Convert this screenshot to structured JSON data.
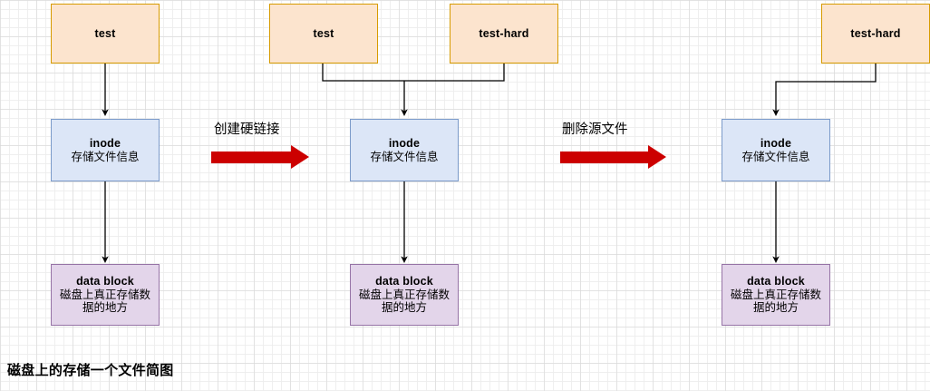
{
  "diagram": {
    "caption": "磁盘上的存储一个文件简图",
    "colors": {
      "file_fill": "#fce4ce",
      "file_stroke": "#d79b00",
      "inode_fill": "#dce6f7",
      "inode_stroke": "#7b9ac9",
      "datablock_fill": "#e3d5ea",
      "datablock_stroke": "#9673a6",
      "process_arrow": "#cc0000",
      "connector": "#000000",
      "grid_minor": "#ececec",
      "grid_major": "#d7d7d7"
    },
    "stages": [
      {
        "name": "stage-initial",
        "files": [
          {
            "label": "test"
          }
        ],
        "inode": {
          "title": "inode",
          "subtitle": "存储文件信息"
        },
        "datablock": {
          "title": "data block",
          "subtitle": "磁盘上真正存储数据的地方"
        }
      },
      {
        "name": "stage-hardlink-created",
        "files": [
          {
            "label": "test"
          },
          {
            "label": "test-hard"
          }
        ],
        "inode": {
          "title": "inode",
          "subtitle": "存储文件信息"
        },
        "datablock": {
          "title": "data block",
          "subtitle": "磁盘上真正存储数据的地方"
        }
      },
      {
        "name": "stage-source-deleted",
        "files": [
          {
            "label": "test-hard"
          }
        ],
        "inode": {
          "title": "inode",
          "subtitle": "存储文件信息"
        },
        "datablock": {
          "title": "data block",
          "subtitle": "磁盘上真正存储数据的地方"
        }
      }
    ],
    "transitions": [
      {
        "name": "transition-create-hardlink",
        "label": "创建硬链接"
      },
      {
        "name": "transition-delete-source",
        "label": "删除源文件"
      }
    ]
  }
}
